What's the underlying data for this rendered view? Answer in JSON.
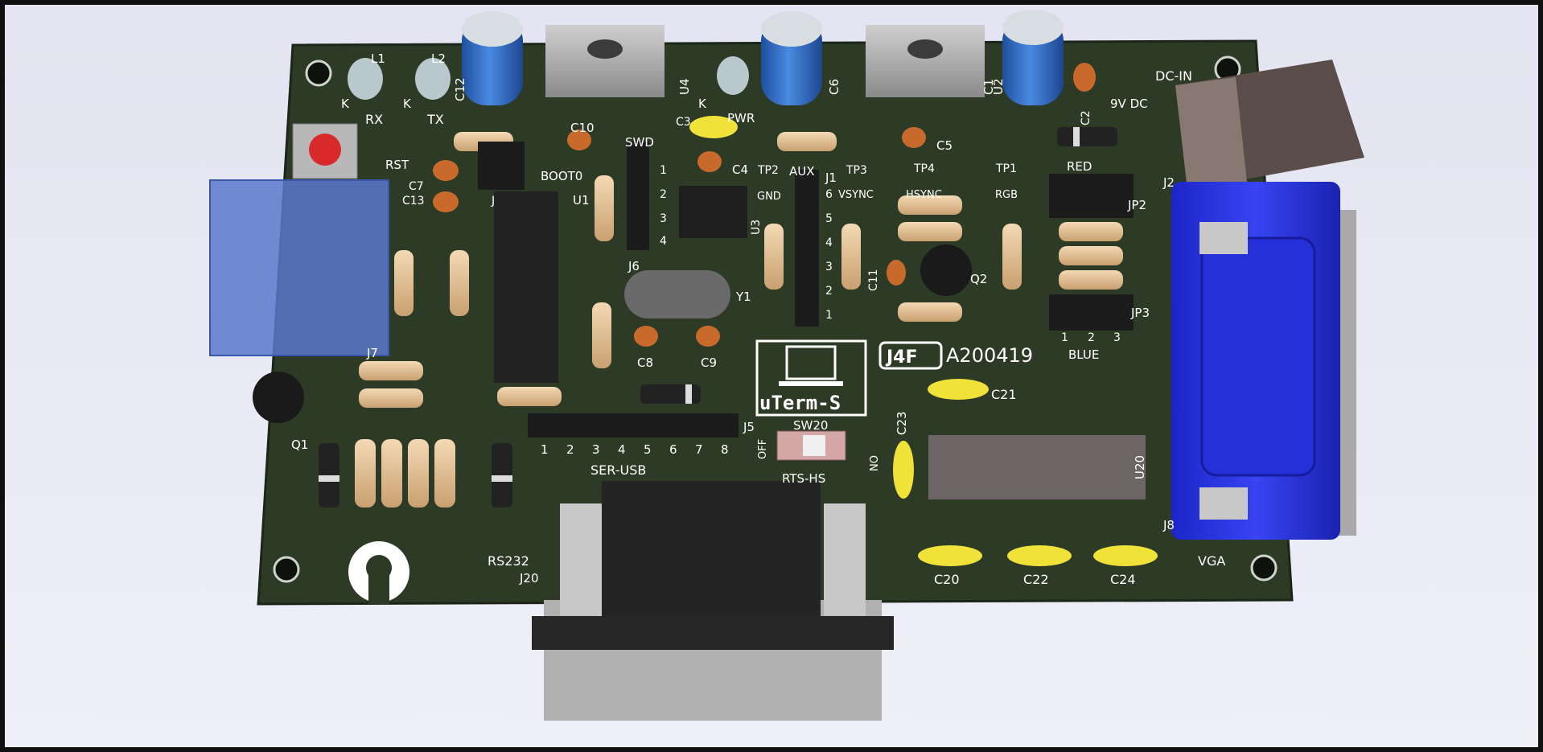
{
  "board": {
    "title": "uTerm-S",
    "part_number": "A200419",
    "logo_text": "J4F",
    "colors": {
      "pcb": "#2d3b26",
      "silk": "#ffffff",
      "pad": "#d9b45a",
      "vga": "#2b35e6",
      "resistor": "#e4c49c",
      "cap_orange": "#c86a2c",
      "cap_yellow": "#f1e23a",
      "electrolytic": "#2d6cc9",
      "regulator": "#9a9a9a"
    }
  },
  "labels": {
    "rx": "RX",
    "tx": "TX",
    "k1": "K",
    "k2": "K",
    "k3": "K",
    "l1": "L1",
    "l2": "L2",
    "c12": "C12",
    "u4": "U4",
    "c6": "C6",
    "u2": "U2",
    "c1": "C1",
    "c2": "C2",
    "dc_in": "DC-IN",
    "nine_v": "9V DC",
    "rst": "RST",
    "c7": "C7",
    "c13": "C13",
    "c10": "C10",
    "boot0": "BOOT0",
    "j3": "J",
    "swd": "SWD",
    "c3": "C3",
    "pwr": "PWR",
    "c4": "C4",
    "c5": "C5",
    "tp2": "TP2",
    "aux": "AUX",
    "j1": "J1",
    "tp3": "TP3",
    "tp4": "TP4",
    "tp1": "TP1",
    "gnd": "GND",
    "vsync": "VSYNC",
    "hsync": "HSYNC",
    "rgb": "RGB",
    "red": "RED",
    "jp2": "JP2",
    "j2": "J2",
    "u1": "U1",
    "u3": "U3",
    "j6": "J6",
    "y1": "Y1",
    "c11": "C11",
    "q2": "Q2",
    "jp3": "JP3",
    "blue": "BLUE",
    "j7": "J7",
    "c8": "C8",
    "c9": "C9",
    "c21": "C21",
    "c23": "C23",
    "q1": "Q1",
    "sw20": "SW20",
    "off": "OFF",
    "on": "ON",
    "rts_hs": "RTS-HS",
    "j5": "J5",
    "ser_usb": "SER-USB",
    "u20": "U20",
    "j8": "J8",
    "vga": "VGA",
    "rs232": "RS232",
    "j20": "J20",
    "c20": "C20",
    "c22": "C22",
    "c24": "C24"
  },
  "pin_numbers": {
    "j5": [
      "1",
      "2",
      "3",
      "4",
      "5",
      "6",
      "7",
      "8"
    ],
    "j6": [
      "1",
      "2",
      "3",
      "4"
    ],
    "j1": [
      "6",
      "5",
      "4",
      "3",
      "2",
      "1"
    ],
    "jp": [
      "1",
      "2",
      "3"
    ]
  }
}
